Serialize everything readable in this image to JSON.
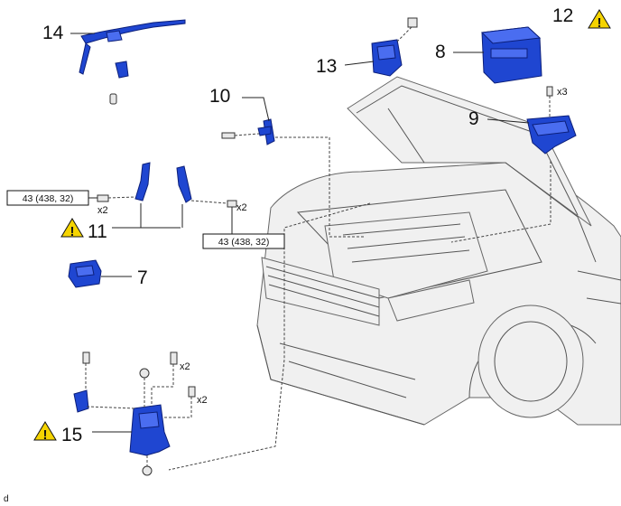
{
  "labels": {
    "p7": "7",
    "p8": "8",
    "p9": "9",
    "p10": "10",
    "p11": "11",
    "p12": "12",
    "p13": "13",
    "p14": "14",
    "p15": "15"
  },
  "quantities": {
    "x2_11_left": "x2",
    "x2_11_right": "x2",
    "x3_9": "x3",
    "x2_15_upper": "x2",
    "x2_15_lower": "x2"
  },
  "torque": {
    "left": "43 (438, 32)",
    "right": "43 (438, 32)"
  },
  "warning_mark": "!",
  "footer": "d",
  "colors": {
    "part_blue": "#1f46d1",
    "warning_yellow": "#f5d400"
  }
}
